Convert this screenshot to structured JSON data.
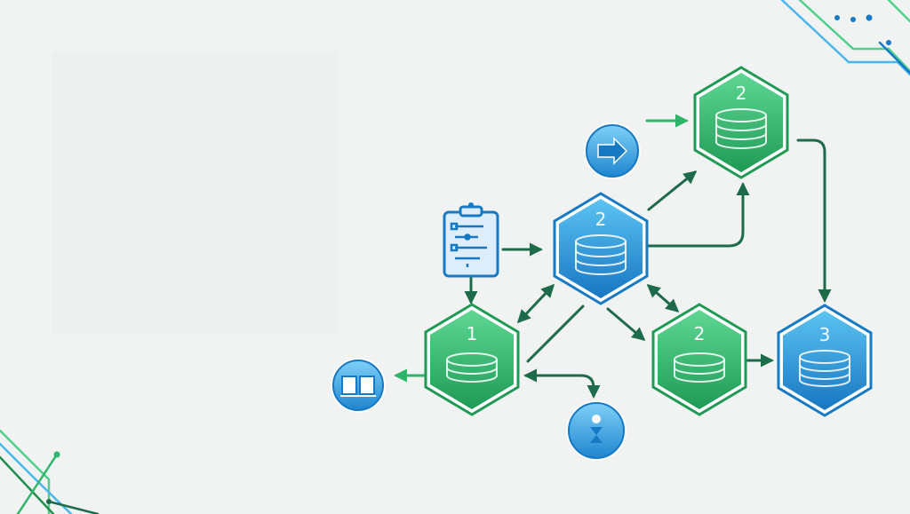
{
  "nodes": [
    {
      "id": "db-top",
      "label": "2",
      "color": "green"
    },
    {
      "id": "db-center",
      "label": "2",
      "color": "blue"
    },
    {
      "id": "db-left",
      "label": "1",
      "color": "green"
    },
    {
      "id": "db-middle",
      "label": "2",
      "color": "green"
    },
    {
      "id": "db-right",
      "label": "3",
      "color": "blue"
    }
  ],
  "icons": [
    {
      "name": "clipboard-icon"
    },
    {
      "name": "arrow-right-circle-icon"
    },
    {
      "name": "book-circle-icon"
    },
    {
      "name": "transfer-circle-icon"
    }
  ],
  "colors": {
    "green_dark": "#1f8f4e",
    "green_light": "#4fd08a",
    "blue_dark": "#1679c4",
    "blue_light": "#49b6ef",
    "connector": "#1d6b4a",
    "background": "#f1f2f2"
  }
}
